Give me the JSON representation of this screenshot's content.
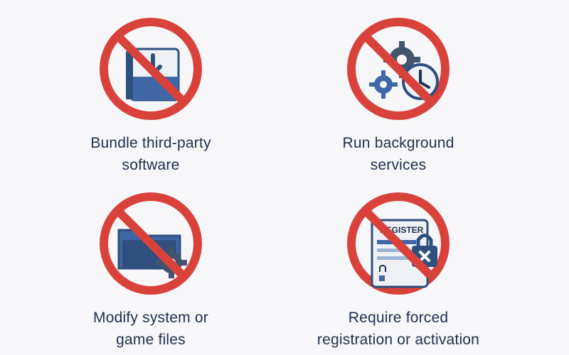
{
  "colors": {
    "prohibition_red": "#d9423b",
    "icon_navy": "#2f4f7f",
    "icon_blue": "#3f67a7",
    "icon_light": "#dfe8f5",
    "text": "#1f2f4f"
  },
  "items": [
    {
      "icon": "download-box-icon",
      "label": "Bundle third-party\nsoftware"
    },
    {
      "icon": "gears-clock-icon",
      "label": "Run background\nservices"
    },
    {
      "icon": "folder-gear-icon",
      "label": "Modify system or\ngame files"
    },
    {
      "icon": "register-lock-icon",
      "label": "Require forced\nregistration or activation",
      "badge": "REGISTER"
    }
  ]
}
